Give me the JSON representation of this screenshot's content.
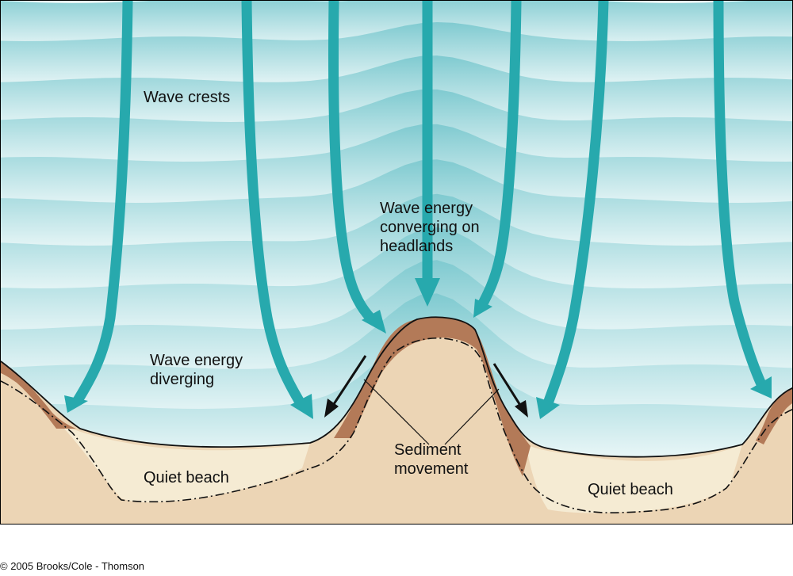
{
  "labels": {
    "wave_crests": "Wave crests",
    "converging": [
      "Wave energy",
      "converging on",
      "headlands"
    ],
    "diverging": [
      "Wave energy",
      "diverging"
    ],
    "sediment": [
      "Sediment",
      "movement"
    ],
    "quiet_beach_left": "Quiet beach",
    "quiet_beach_right": "Quiet beach"
  },
  "credit": "© 2005 Brooks/Cole - Thomson",
  "colors": {
    "sea_dark": "#7fcad0",
    "sea_light": "#dff3f4",
    "arrow": "#27a9ad",
    "land": "#ecd5b5",
    "beach": "#f5ebd3",
    "cliff": "#b37a58",
    "outline": "#111111"
  }
}
